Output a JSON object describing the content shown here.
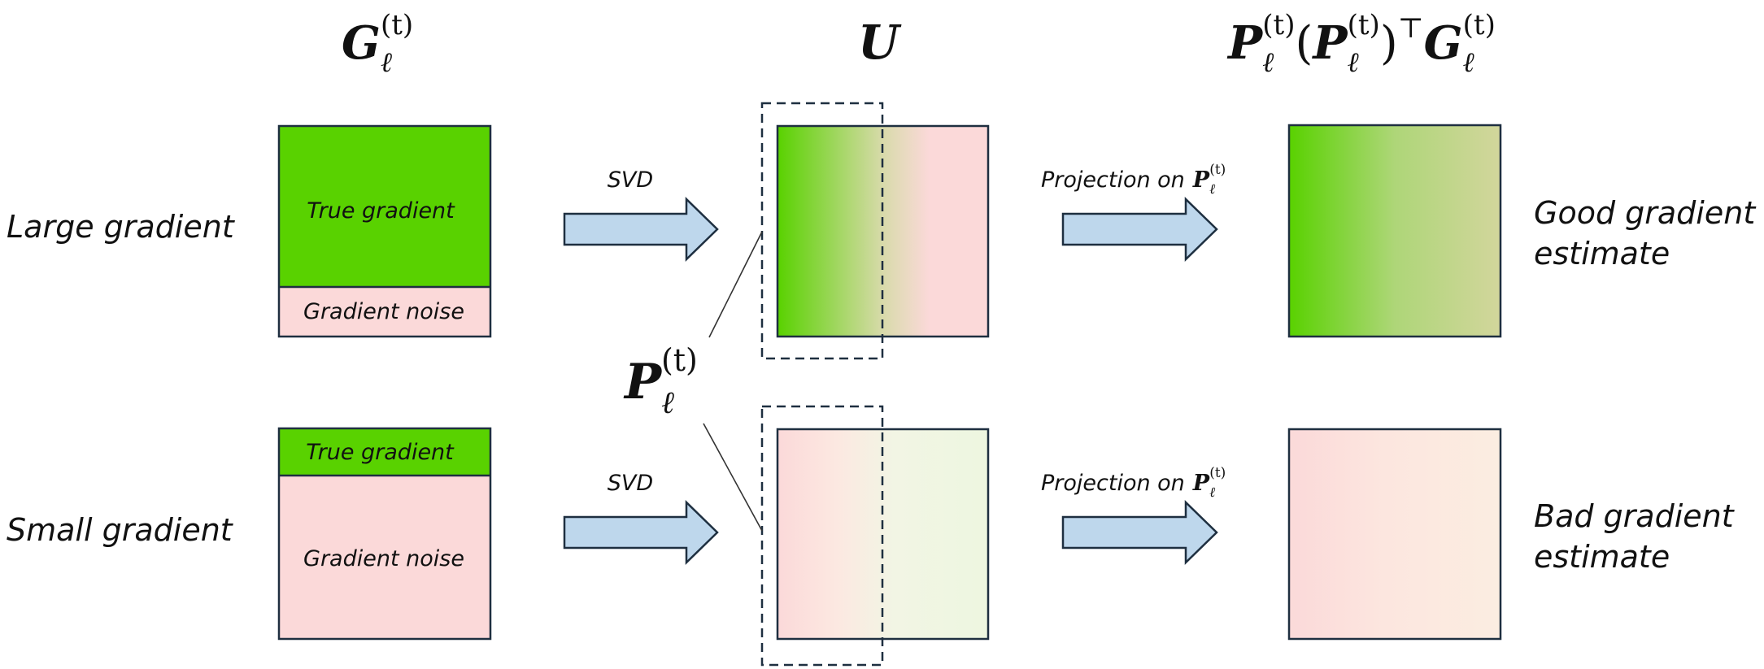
{
  "headers": {
    "col1_base": "G",
    "col1_sub": "ℓ",
    "col1_sup": "(t)",
    "col2": "U",
    "col3_p1": "P",
    "col3_p1_sub": "ℓ",
    "col3_p1_sup": "(t)",
    "col3_paren_open": "(",
    "col3_p2": "P",
    "col3_p2_sub": "ℓ",
    "col3_p2_sup": "(t)",
    "col3_paren_close": ")",
    "col3_transpose": "⊤",
    "col3_g": "G",
    "col3_g_sub": "ℓ",
    "col3_g_sup": "(t)"
  },
  "rows": [
    {
      "label": "Large gradient",
      "true_gradient": "True gradient",
      "noise": "Gradient noise",
      "svd": "SVD",
      "projection": "Projection on",
      "estimate_line1": "Good gradient",
      "estimate_line2": "estimate"
    },
    {
      "label": "Small gradient",
      "true_gradient": "True gradient",
      "noise": "Gradient noise",
      "svd": "SVD",
      "projection": "Projection on",
      "estimate_line1": "Bad gradient",
      "estimate_line2": "estimate"
    }
  ],
  "p_label": {
    "base": "P",
    "sub": "ℓ",
    "sup": "(t)"
  },
  "colors": {
    "green": "#59D200",
    "pink": "#FBD9D9",
    "border": "#1E2F40",
    "arrow_fill": "#BED7EC",
    "arrow_stroke": "#1E2F40",
    "dashed": "#1E2F40"
  }
}
